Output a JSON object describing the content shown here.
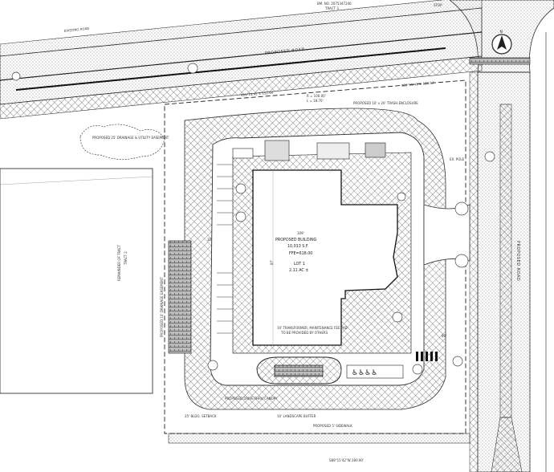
{
  "plan": {
    "north_arrow_letter": "N",
    "top_road": {
      "label": "PROPOSED ROAD",
      "note": "EXISTING ROAD"
    },
    "right_road": {
      "label": "PROPOSED ROAD"
    },
    "top_notes": {
      "bm": "BM. NO. 2075347246",
      "tract": "TRACT 3",
      "stop": "STOP"
    },
    "bearings": {
      "north": "S89°15'42\"E 152.60'",
      "north_right": "S89°15'42\"E 180.53'",
      "south": "S89°15'42\"W 280.90'",
      "curve_r": "R = 100.00'",
      "curve_l": "L = 18.70'"
    },
    "building": {
      "title": "PROPOSED BUILDING",
      "area": "10,013 S.F.",
      "ffe_label": "FFE=618.00",
      "lot_label": "LOT 1",
      "lot_area": "2.11 AC ±",
      "dim_top": "109'",
      "dim_left": "87'"
    },
    "west_tract": {
      "label": "REMAINDER OF TRACT",
      "sublabel": "TRACT 2"
    },
    "notes": {
      "trash": "PROPOSED 10' x 20' TRASH ENCLOSURE",
      "drainage_nw": "PROPOSED 25' DRAINAGE & UTILITY EASEMENT",
      "drainage_left": "PROPOSED 10' DRAINAGE EASEMENT",
      "transformer": "10' TRANSFORMER; MAINTENANCE FEE PAD",
      "transformer_sub": "TO BE PROVIDED BY OTHERS",
      "drive_thru": "PROPOSED DRIVE-THRU CANOPY",
      "sidewalk": "PROPOSED 5' SIDEWALK",
      "landscape": "10' LANDSCAPE BUFFER",
      "bldg_setback": "25' BLDG. SETBACK",
      "ex_pole": "EX. POLE",
      "dim_35": "35'",
      "dim_80": "80'"
    }
  }
}
